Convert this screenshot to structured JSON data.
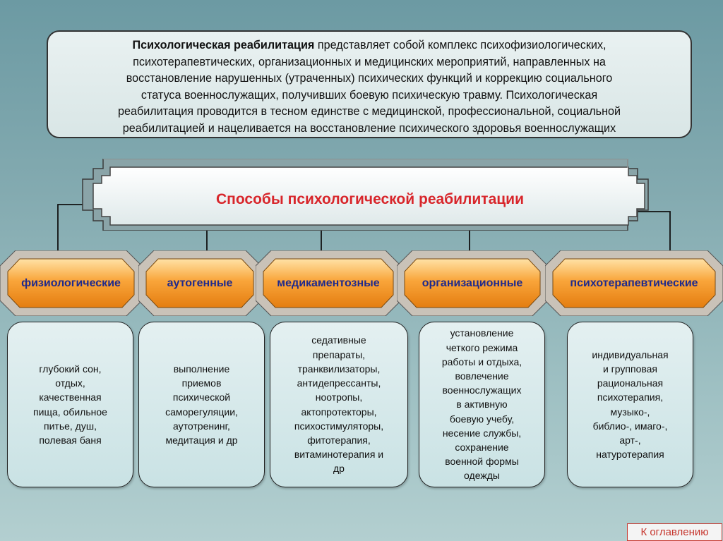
{
  "intro": {
    "bold": "Психологическая реабилитация",
    "lines": [
      " представляет собой комплекс психофизиологических,",
      "психотерапевтических, организационных и медицинских мероприятий, направленных на",
      "восстановление нарушенных (утраченных) психических функций и коррекцию социального",
      "статуса военнослужащих, получивших боевую психическую травму. Психологическая",
      "реабилитация проводится в тесном единстве с медицинской, профессиональной, социальной",
      "реабилитацией и нацеливается на восстановление психического здоровья военнослужащих"
    ]
  },
  "title": "Способы психологической реабилитации",
  "methods": [
    {
      "label": "физиологические",
      "description": "глубокий сон,\nотдых,\nкачественная\nпища, обильное\nпитье, душ,\nполевая баня"
    },
    {
      "label": "аутогенные",
      "description": "выполнение\nприемов\nпсихической\nсаморегуляции,\nаутотренинг,\nмедитация и др"
    },
    {
      "label": "медикаментозные",
      "description": "седативные\nпрепараты,\nтранквилизаторы,\nантидепрессанты,\nноотропы,\nактопротекторы,\nпсихостимуляторы,\nфитотерапия,\nвитаминотерапия и\nдр"
    },
    {
      "label": "организационные",
      "description": "установление\nчеткого режима\nработы и отдыха,\nвовлечение\nвоеннослужащих\nв активную\nбоевую учебу,\nнесение службы,\nсохранение\nвоенной формы\nодежды"
    },
    {
      "label": "психотерапевтические",
      "description": "индивидуальная\nи групповая\nрациональная\nпсихотерапия,\nмузыко-,\nбиблио-, имаго-,\nарт-,\nнатуротерапия"
    }
  ],
  "nav": {
    "toc_label": "К оглавлению"
  },
  "colors": {
    "title_red": "#d8262b",
    "tab_text": "#1f2a8c",
    "tab_orange": "#f6921e"
  }
}
